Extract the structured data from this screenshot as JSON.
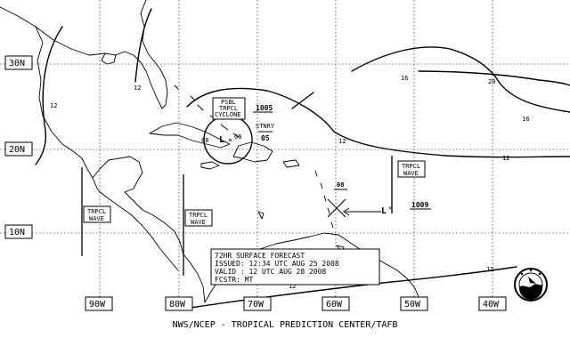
{
  "latitude_labels": [
    "30N",
    "20N",
    "10N"
  ],
  "longitude_labels": [
    "90W",
    "80W",
    "70W",
    "60W",
    "50W",
    "40W"
  ],
  "systems": {
    "cyclone_label": [
      "PSBL",
      "TRPCL",
      "CYCLONE"
    ],
    "cyclone_pressure": "1005",
    "cyclone_motion": "STNRY",
    "cyclone_speed": "05",
    "cyclone_symbol": "L",
    "cyclone_aux": "08",
    "east_low_symbol": "L",
    "east_low_pressure": "1009",
    "mid_label": "08"
  },
  "waves": [
    [
      "TRPCL",
      "WAVE"
    ],
    [
      "TRPCL",
      "WAVE"
    ],
    [
      "TRPCL",
      "WAVE"
    ]
  ],
  "isobar_labels": [
    "12",
    "12",
    "12",
    "12",
    "12",
    "12",
    "16",
    "16",
    "20"
  ],
  "forecast_box": {
    "line1": "72HR SURFACE FORECAST",
    "line2": "ISSUED: 12:34 UTC AUG 25 2008",
    "line3": "VALID : 12 UTC AUG 28 2008",
    "line4": "FCSTR: MT"
  },
  "footer": "NWS/NCEP - TROPICAL PREDICTION CENTER/TAFB",
  "logo": "noaa-logo"
}
